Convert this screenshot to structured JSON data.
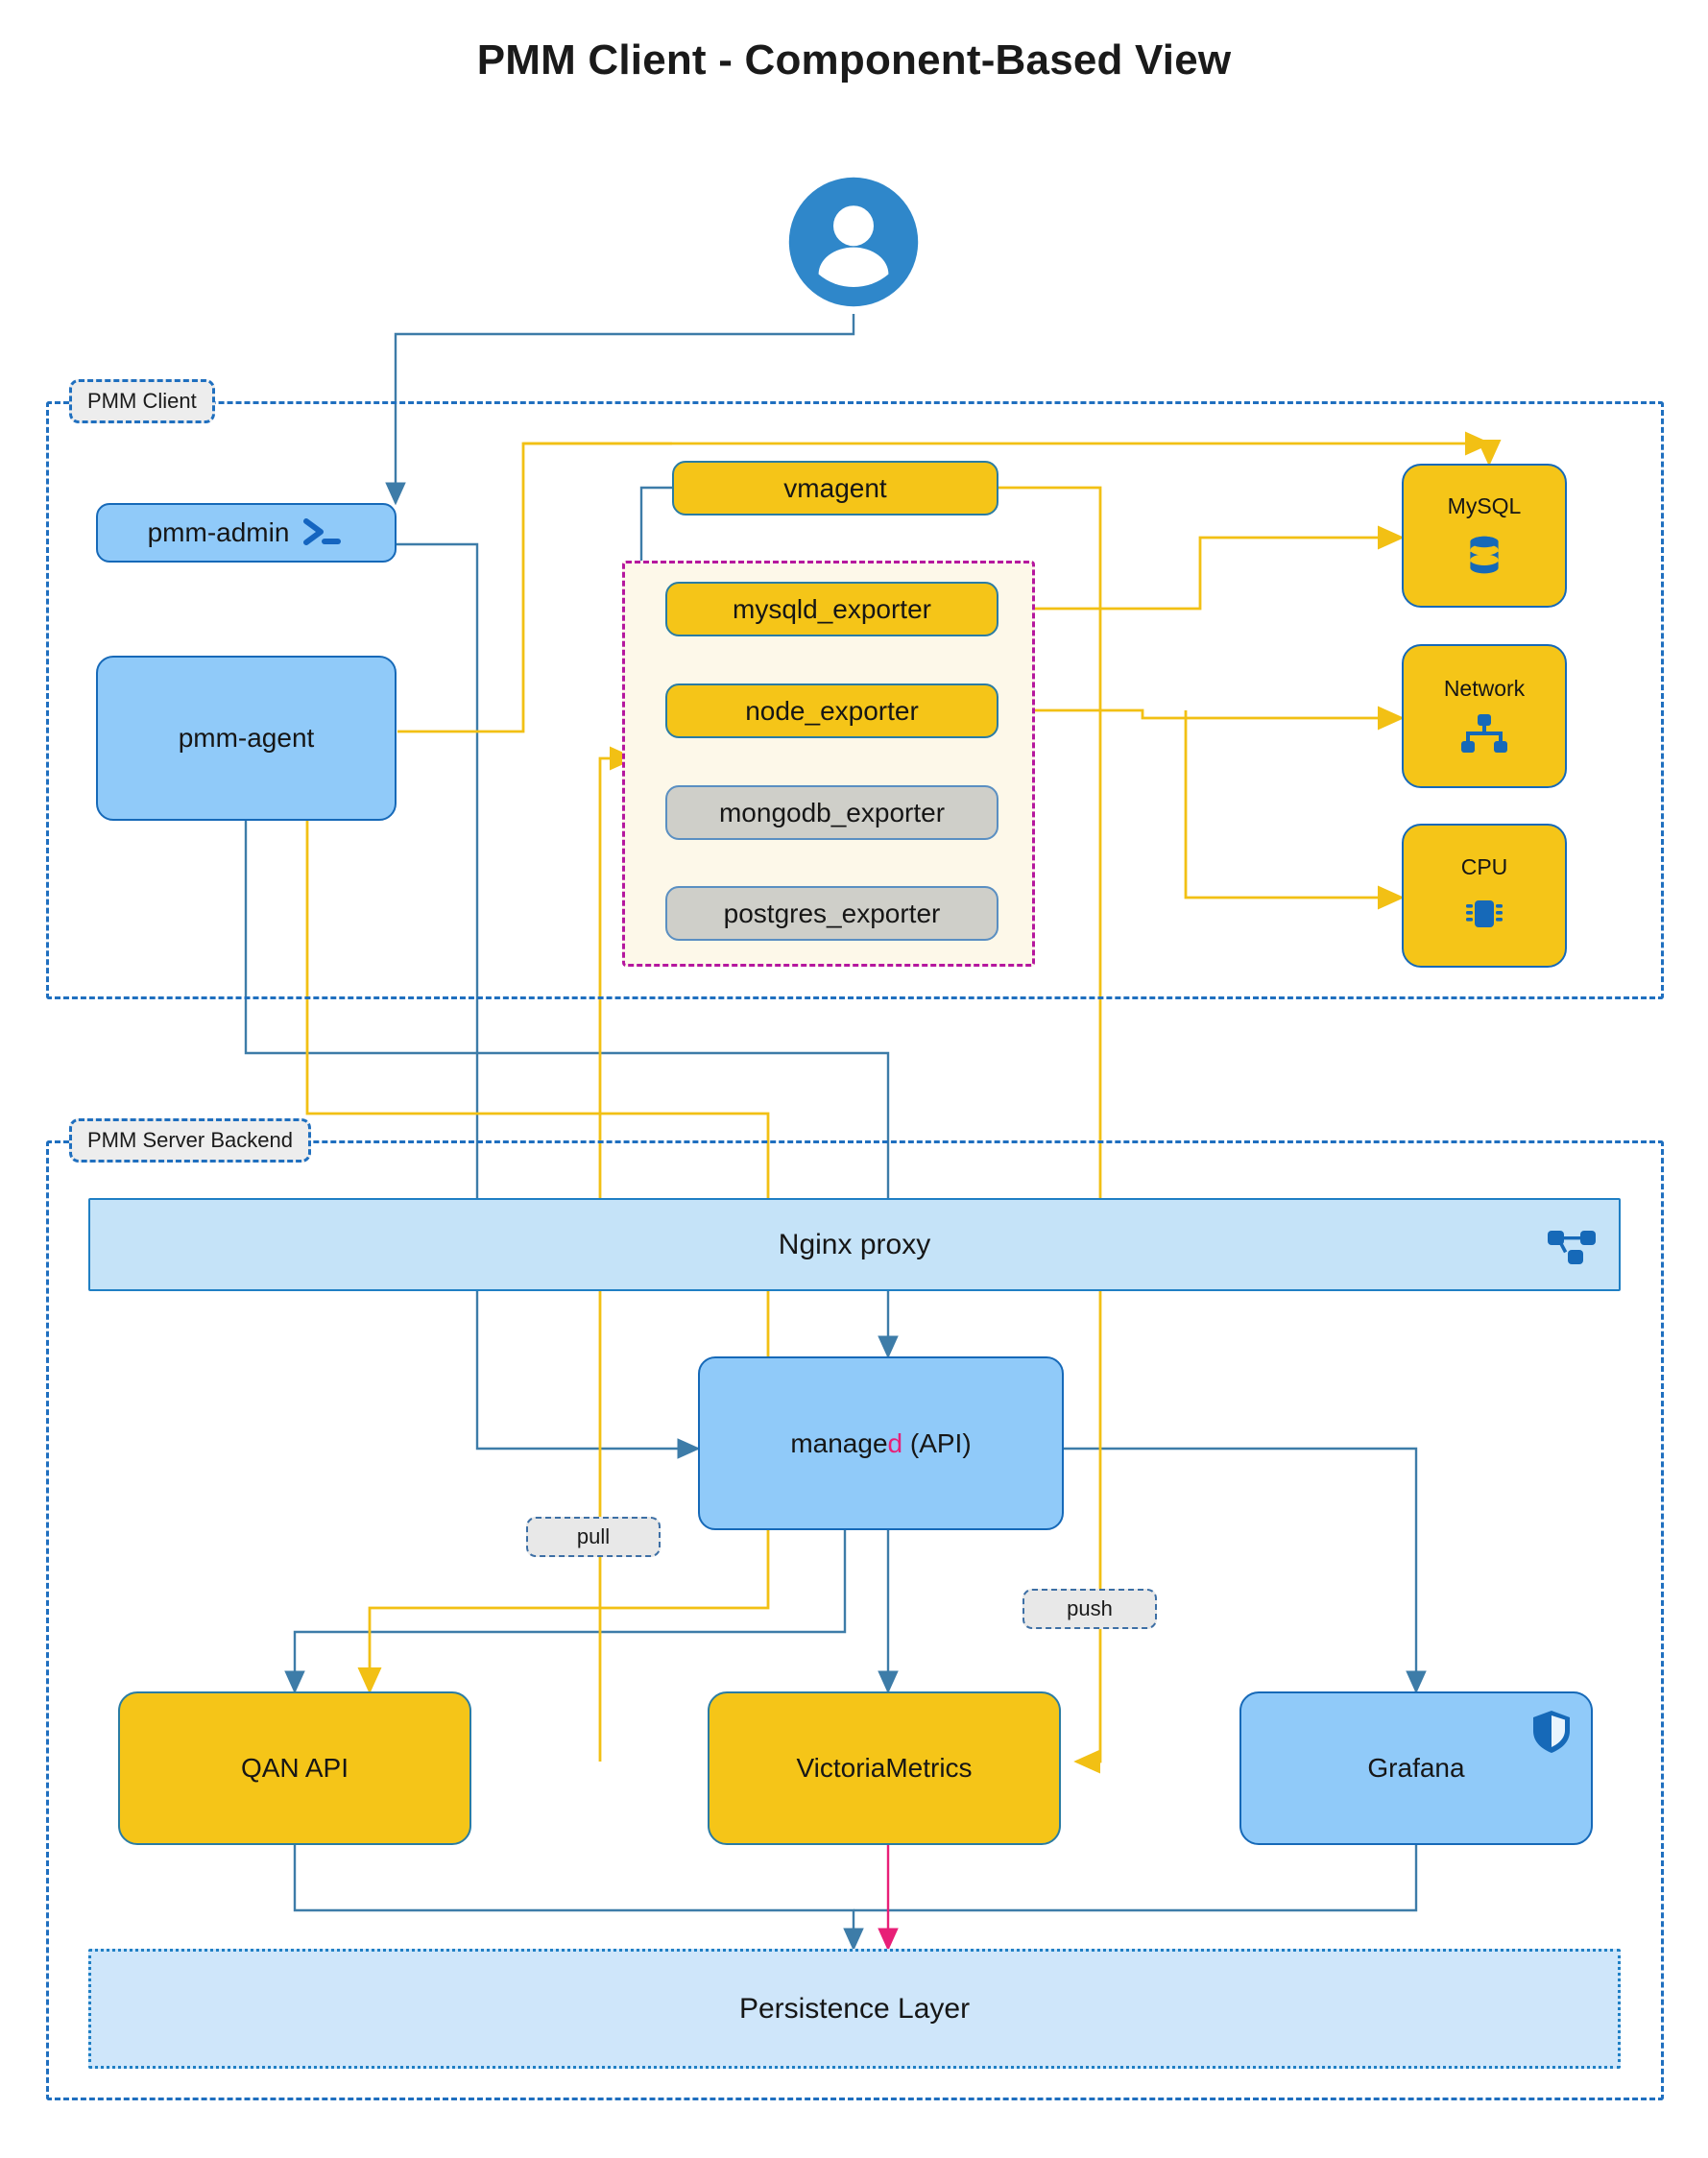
{
  "diagram": {
    "title": "PMM Client - Component-Based View",
    "type": "architecture-flow-diagram"
  },
  "clusters": [
    {
      "id": "pmm-client",
      "label": "PMM Client"
    },
    {
      "id": "pmm-server",
      "label": "PMM Server Backend"
    },
    {
      "id": "exporters",
      "label": ""
    }
  ],
  "actor": {
    "name": "user",
    "icon": "user-avatar-icon"
  },
  "nodes": {
    "pmm_admin": {
      "label": "pmm-admin",
      "icon": "terminal-prompt-icon",
      "style": "blue"
    },
    "pmm_agent": {
      "label": "pmm-agent",
      "icon": "",
      "style": "blue"
    },
    "vmagent": {
      "label": "vmagent",
      "icon": "",
      "style": "yellow"
    },
    "mysqld_exporter": {
      "label": "mysqld_exporter",
      "icon": "",
      "style": "yellow"
    },
    "node_exporter": {
      "label": "node_exporter",
      "icon": "",
      "style": "yellow"
    },
    "mongodb_exporter": {
      "label": "mongodb_exporter",
      "icon": "",
      "style": "grey"
    },
    "postgres_exporter": {
      "label": "postgres_exporter",
      "icon": "",
      "style": "grey"
    },
    "mysql": {
      "label": "MySQL",
      "icon": "database-icon",
      "style": "yellow"
    },
    "network": {
      "label": "Network",
      "icon": "network-nodes-icon",
      "style": "yellow"
    },
    "cpu": {
      "label": "CPU",
      "icon": "cpu-chip-icon",
      "style": "yellow"
    },
    "nginx": {
      "label": "Nginx proxy",
      "icon": "sitemap-icon",
      "style": "band"
    },
    "managed": {
      "label_prefix": "manage",
      "label_highlight": "d",
      "label_suffix": " (API)",
      "style": "blue"
    },
    "qan_api": {
      "label": "QAN API",
      "icon": "",
      "style": "yellow"
    },
    "victoriametrics": {
      "label": "VictoriaMetrics",
      "icon": "",
      "style": "yellow"
    },
    "grafana": {
      "label": "Grafana",
      "icon": "shield-icon",
      "style": "blue"
    },
    "persistence": {
      "label": "Persistence Layer",
      "icon": "",
      "style": "band-dotted"
    }
  },
  "edge_labels": {
    "pull": "pull",
    "push": "push"
  },
  "colors": {
    "blue_fill": "#90caf9",
    "blue_stroke": "#1669b8",
    "yellow_fill": "#f5c518",
    "yellow_stroke": "#2a7ca3",
    "grey_fill": "#cfcfc9",
    "band_fill": "#c5e3f8",
    "cluster_stroke": "#1f6fbf",
    "exporters_stroke": "#b5179e",
    "exporters_fill": "#fdf8e9",
    "edge_blue": "#3d7ca8",
    "edge_yellow": "#f2c014",
    "edge_pink": "#e81f77",
    "highlight_pink": "#e81f77",
    "icon_blue": "#2f87ca"
  }
}
